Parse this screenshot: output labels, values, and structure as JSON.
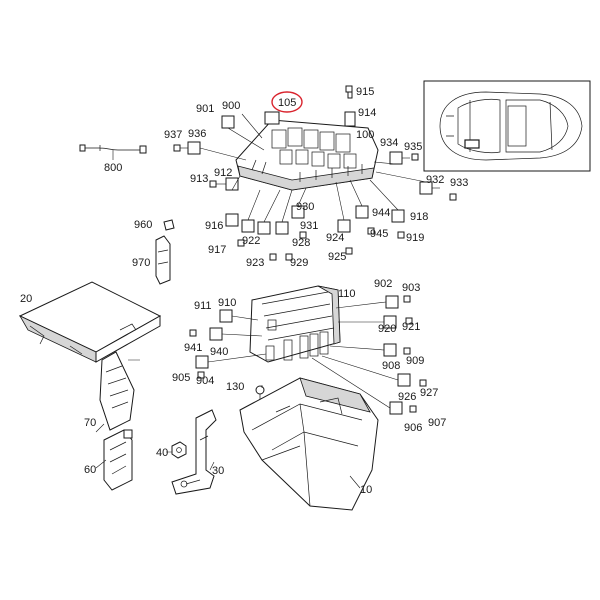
{
  "diagram": {
    "highlight_color": "#d9232d",
    "line_color": "#1a1a1a",
    "highlighted_callout": "105",
    "callouts": {
      "c10": "10",
      "c20": "20",
      "c30": "30",
      "c40": "40",
      "c60": "60",
      "c70": "70",
      "c100": "100",
      "c105": "105",
      "c110": "110",
      "c130": "130",
      "c800": "800",
      "c900": "900",
      "c901": "901",
      "c902": "902",
      "c903": "903",
      "c904": "904",
      "c905": "905",
      "c906": "906",
      "c907": "907",
      "c908": "908",
      "c909": "909",
      "c910": "910",
      "c911": "911",
      "c912": "912",
      "c913": "913",
      "c914": "914",
      "c915": "915",
      "c916": "916",
      "c917": "917",
      "c918": "918",
      "c919": "919",
      "c920": "920",
      "c921": "921",
      "c922": "922",
      "c923": "923",
      "c924": "924",
      "c925": "925",
      "c926": "926",
      "c927": "927",
      "c928": "928",
      "c929": "929",
      "c930": "930",
      "c931": "931",
      "c932": "932",
      "c933": "933",
      "c934": "934",
      "c935": "935",
      "c936": "936",
      "c937": "937",
      "c940": "940",
      "c941": "941",
      "c944": "944",
      "c945": "945",
      "c960": "960",
      "c970": "970"
    }
  }
}
